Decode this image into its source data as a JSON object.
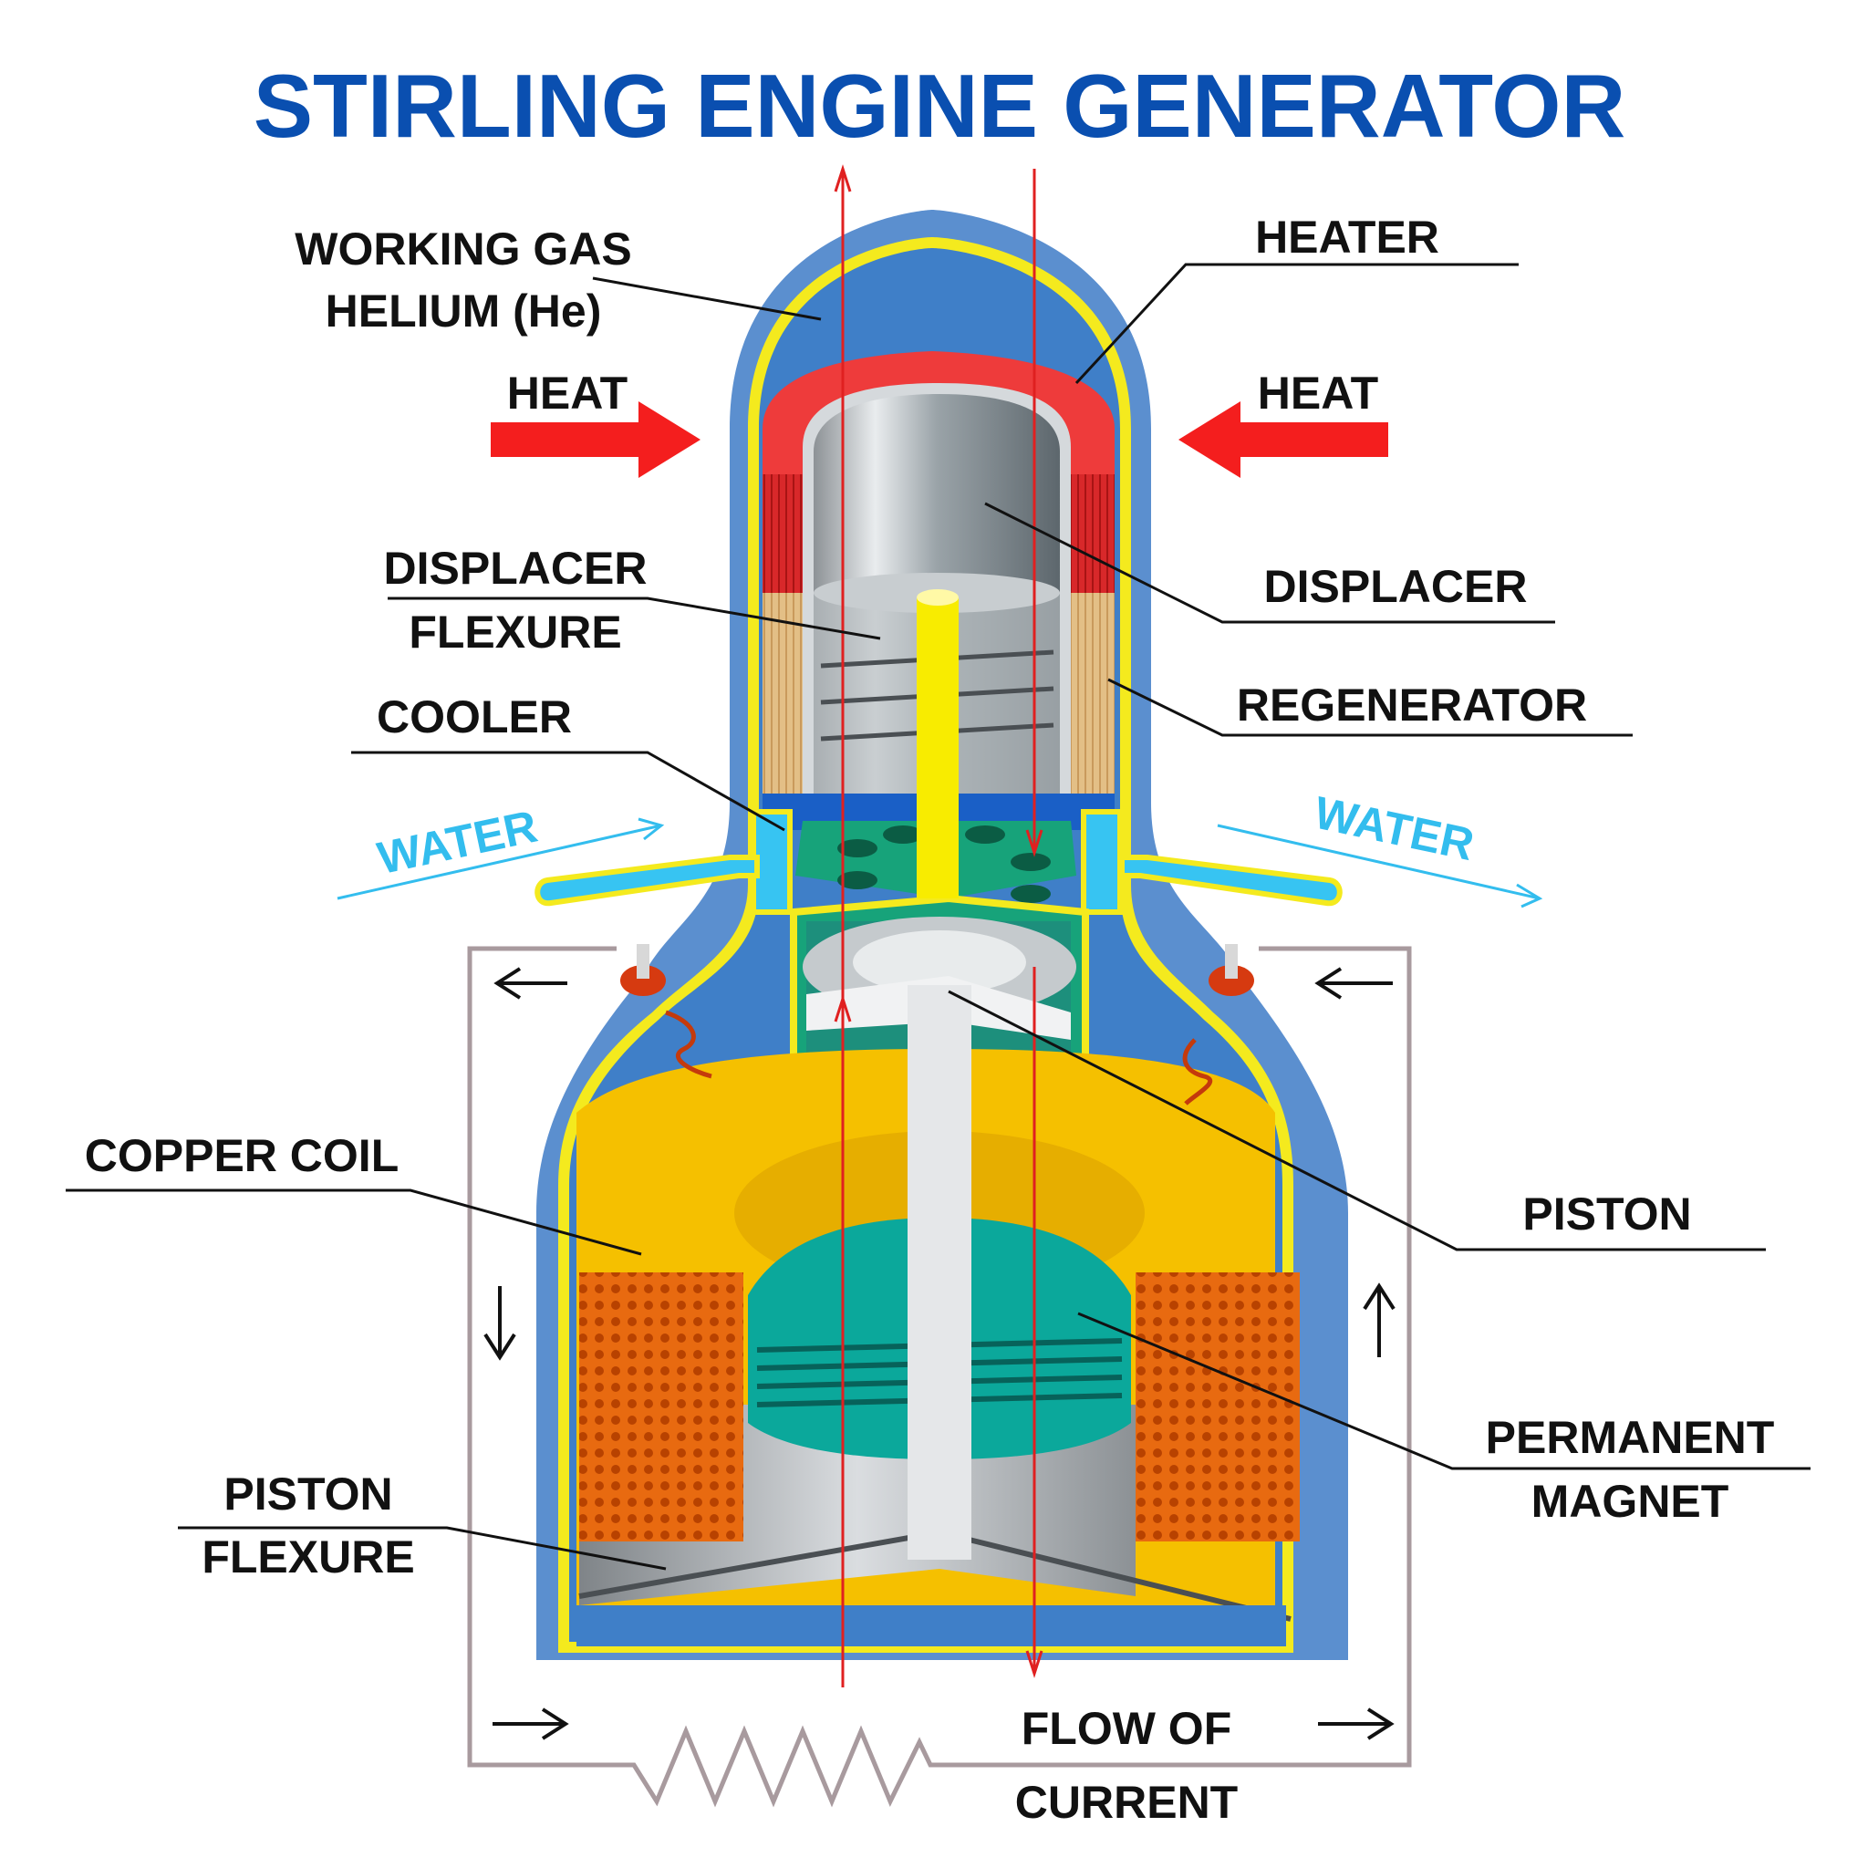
{
  "title": "STIRLING ENGINE GENERATOR",
  "labels": {
    "working_gas_1": "WORKING GAS",
    "working_gas_2": "HELIUM (He)",
    "heater": "HEATER",
    "heat_left": "HEAT",
    "heat_right": "HEAT",
    "displacer_flexure_1": "DISPLACER",
    "displacer_flexure_2": "FLEXURE",
    "displacer": "DISPLACER",
    "cooler": "COOLER",
    "regenerator": "REGENERATOR",
    "water_left": "WATER",
    "water_right": "WATER",
    "copper_coil": "COPPER COIL",
    "piston": "PISTON",
    "permanent_magnet_1": "PERMANENT",
    "permanent_magnet_2": "MAGNET",
    "piston_flexure_1": "PISTON",
    "piston_flexure_2": "FLEXURE",
    "flow_of_current_1": "FLOW OF",
    "flow_of_current_2": "CURRENT"
  },
  "colors": {
    "title": "#0a4fb0",
    "outer_casing": "#5b8fcf",
    "inner_blue": "#3f7fc8",
    "yellow_outline": "#f4ea1e",
    "heater_red": "#ee3b3b",
    "heat_arrow": "#f41e1e",
    "regenerator": "#e3bf86",
    "cooler": "#37c4f2",
    "water_text": "#33bdee",
    "copper_coil_body": "#f5c000",
    "coil_orange": "#e86a10",
    "magnet_teal": "#0ba89b",
    "circuit_wire": "#a89a9e"
  }
}
